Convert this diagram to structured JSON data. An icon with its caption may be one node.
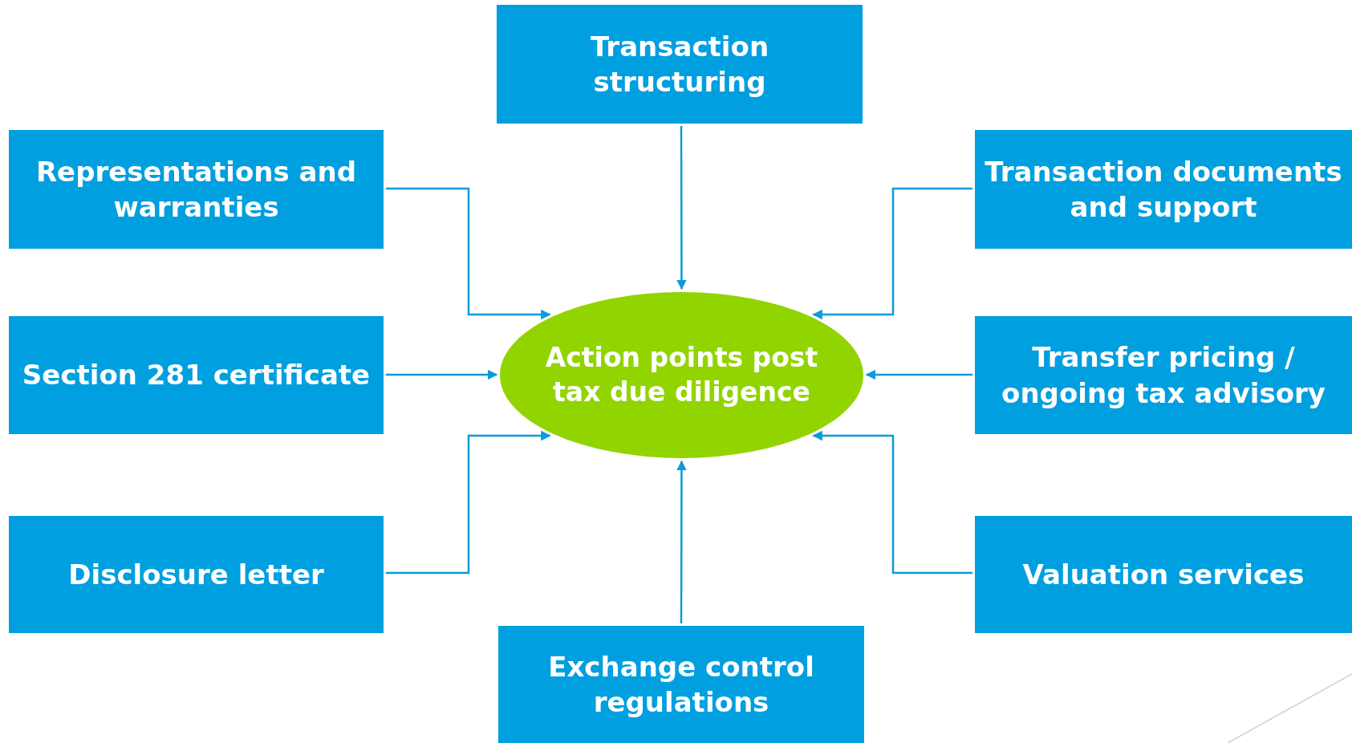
{
  "diagram": {
    "nodes": [
      {
        "text": [
          "Transaction structuring"
        ]
      },
      {
        "text": [
          "Representations and warranties"
        ]
      },
      {
        "text": [
          "Transaction documents and support"
        ]
      },
      {
        "text": [
          "Section 281 certificate"
        ]
      },
      {
        "text": [
          "Action points post tax due diligence"
        ]
      },
      {
        "text": [
          "Transfer pricing / ongoing tax advisory"
        ]
      },
      {
        "text": [
          "Disclosure letter"
        ]
      },
      {
        "text": [
          "Valuation services"
        ]
      },
      {
        "text": [
          "Exchange control regulations"
        ]
      }
    ],
    "edges": [
      {
        "from": 0,
        "to": 4,
        "arrow": "to"
      },
      {
        "from": 1,
        "to": 4,
        "arrow": "to"
      },
      {
        "from": 2,
        "to": 4,
        "arrow": "to"
      },
      {
        "from": 3,
        "to": 4,
        "arrow": "to"
      },
      {
        "from": 5,
        "to": 4,
        "arrow": "to"
      },
      {
        "from": 6,
        "to": 4,
        "arrow": "to"
      },
      {
        "from": 7,
        "to": 4,
        "arrow": "to"
      },
      {
        "from": 8,
        "to": 4,
        "arrow": "to"
      }
    ]
  }
}
